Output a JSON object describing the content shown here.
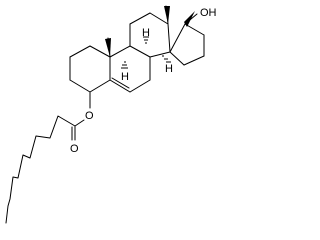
{
  "structure": {
    "atom_labels": {
      "hydroxyl": "OH",
      "ester_oxygen": "O",
      "carbonyl_oxygen": "O",
      "h_c9": "H",
      "h_c8": "H",
      "h_c14": "H"
    }
  }
}
